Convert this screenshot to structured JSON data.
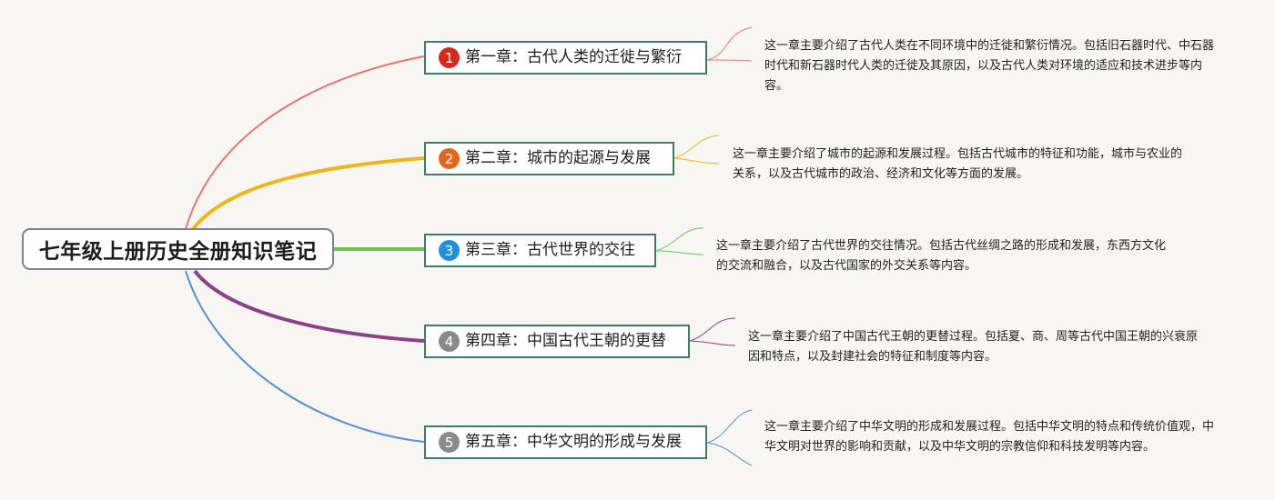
{
  "root": {
    "title": "七年级上册历史全册知识笔记"
  },
  "chapters": [
    {
      "number": "1",
      "title": "第一章：古代人类的迁徙与繁衍",
      "color": "#e9766c",
      "badge_color": "#d42a1e",
      "description": "这一章主要介绍了古代人类在不同环境中的迁徙和繁衍情况。包括旧石器时代、中石器时代和新石器时代人类的迁徙及其原因，以及古代人类对环境的适应和技术进步等内容。"
    },
    {
      "number": "2",
      "title": "第二章：城市的起源与发展",
      "color": "#f1b51c",
      "badge_color": "#e2661e",
      "description": "这一章主要介绍了城市的起源和发展过程。包括古代城市的特征和功能，城市与农业的关系，以及古代城市的政治、经济和文化等方面的发展。"
    },
    {
      "number": "3",
      "title": "第三章：古代世界的交往",
      "color": "#72c256",
      "badge_color": "#1e91dd",
      "description": "这一章主要介绍了古代世界的交往情况。包括古代丝绸之路的形成和发展，东西方文化的交流和融合，以及古代国家的外交关系等内容。"
    },
    {
      "number": "4",
      "title": "第四章：中国古代王朝的更替",
      "color": "#8e3f88",
      "badge_color": "#8a8a8a",
      "description": "这一章主要介绍了中国古代王朝的更替过程。包括夏、商、周等古代中国王朝的兴衰原因和特点，以及封建社会的特征和制度等内容。"
    },
    {
      "number": "5",
      "title": "第五章：中华文明的形成与发展",
      "color": "#5590d2",
      "badge_color": "#8a8a8a",
      "description": "这一章主要介绍了中华文明的形成和发展过程。包括中华文明的特点和传统价值观，中华文明对世界的影响和贡献，以及中华文明的宗教信仰和科技发明等内容。"
    }
  ]
}
